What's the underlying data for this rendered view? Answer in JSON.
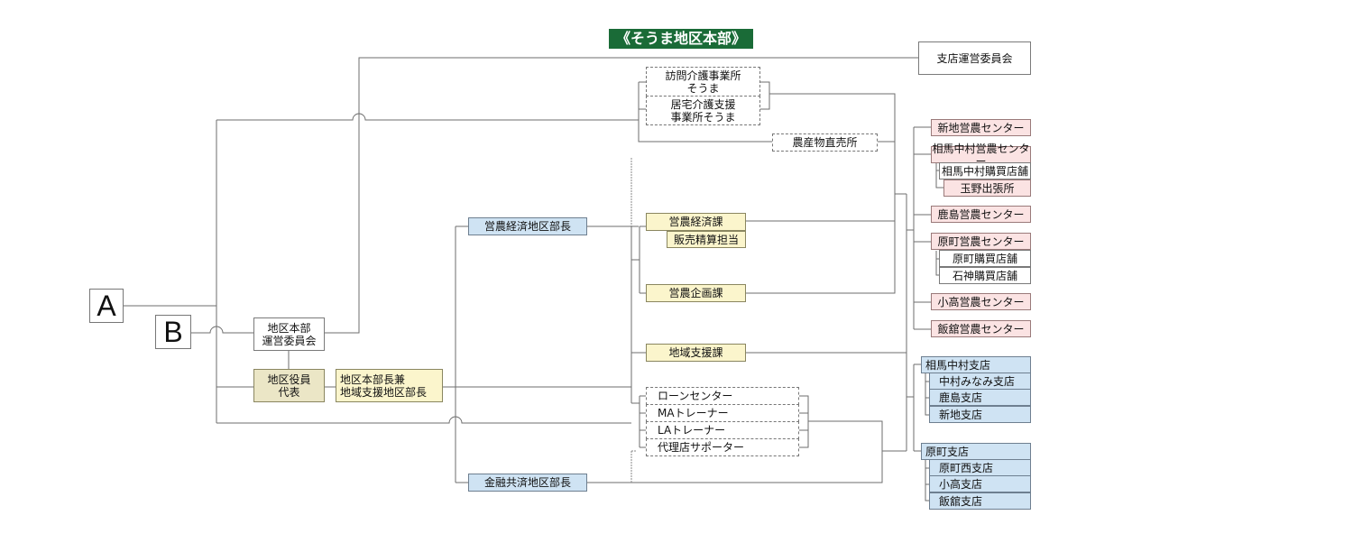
{
  "title": "《そうま地区本部》",
  "inputs": {
    "a": "A",
    "b": "B"
  },
  "hq_committee": "地区本部\n運営委員会",
  "officer_rep": "地区役員\n代表",
  "hq_chief": "地区本部長兼\n地域支援地区部長",
  "branch_committee": "支店運営委員会",
  "eigyo_keizai_chief": "営農経済地区部長",
  "kinyu_kyosai_chief": "金融共済地区部長",
  "care": [
    "訪問介護事業所\nそうま",
    "居宅介護支援\n事業所そうま"
  ],
  "direct_sales": "農産物直売所",
  "sections": {
    "keizai": "営農経済課",
    "hanbai": "販売精算担当",
    "kikaku": "営農企画課",
    "chiiki": "地域支援課"
  },
  "finance_roles": [
    "ローンセンター",
    "MAトレーナー",
    "LAトレーナー",
    "代理店サポーター"
  ],
  "centers": [
    {
      "name": "新地営農センター",
      "subs": []
    },
    {
      "name": "相馬中村営農センター",
      "subs": [
        "相馬中村購買店舗",
        "玉野出張所"
      ]
    },
    {
      "name": "鹿島営農センター",
      "subs": []
    },
    {
      "name": "原町営農センター",
      "subs": [
        "原町購買店舗",
        "石神購買店舗"
      ]
    },
    {
      "name": "小高営農センター",
      "subs": []
    },
    {
      "name": "飯舘営農センター",
      "subs": []
    }
  ],
  "branches": [
    {
      "name": "相馬中村支店",
      "subs": [
        "中村みなみ支店",
        "鹿島支店",
        "新地支店"
      ]
    },
    {
      "name": "原町支店",
      "subs": [
        "原町西支店",
        "小高支店",
        "飯舘支店"
      ]
    }
  ],
  "colors": {
    "title_bg": "#1a6b37",
    "yellow": "#fbf5cc",
    "khaki": "#ebe6c6",
    "blue": "#cfe3f3",
    "pink": "#fbe3e3"
  }
}
